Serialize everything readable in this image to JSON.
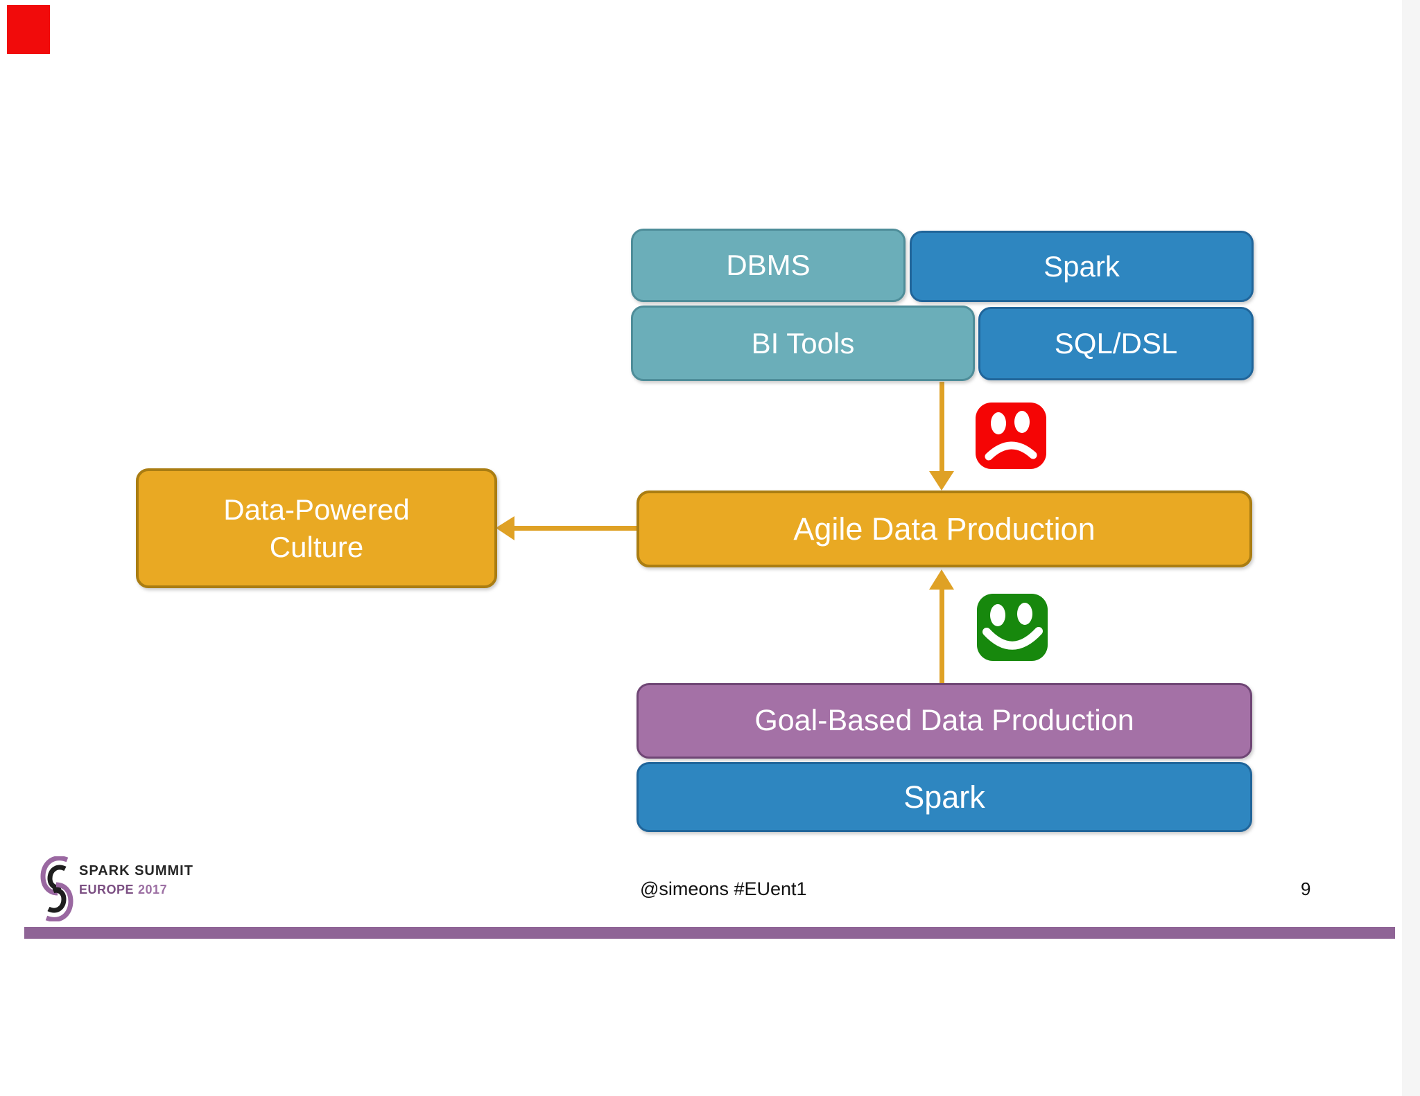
{
  "slide": {
    "footer_handle": "@simeons #EUent1",
    "page_number": "9",
    "logo": {
      "title": "SPARK SUMMIT",
      "region": "EUROPE",
      "year": "2017"
    }
  },
  "diagram": {
    "boxes": {
      "dbms": {
        "label": "DBMS"
      },
      "spark_top": {
        "label": "Spark"
      },
      "bi_tools": {
        "label": "BI Tools"
      },
      "sql_dsl": {
        "label": "SQL/DSL"
      },
      "agile": {
        "label": "Agile Data Production"
      },
      "culture": {
        "label": "Data-Powered Culture"
      },
      "goal": {
        "label": "Goal-Based Data Production"
      },
      "spark_bottom": {
        "label": "Spark"
      }
    },
    "icons": {
      "sad_face": "frowning-face",
      "happy_face": "smiling-face"
    }
  },
  "colors": {
    "teal_fill": "#6baeb9",
    "teal_border": "#4e8d99",
    "blue_fill": "#2e86c0",
    "blue_border": "#20659a",
    "gold_fill": "#e9a923",
    "gold_border": "#aa7d12",
    "purple_fill": "#a471a6",
    "purple_border": "#6f4675",
    "arrow": "#dfa125",
    "sad_red": "#f50505",
    "happy_green": "#17880d",
    "bottom_bar": "#8f6496",
    "badge_red": "#f10b0b",
    "logo_purple": "#9a68a1",
    "logo_black": "#1e1e1e"
  }
}
